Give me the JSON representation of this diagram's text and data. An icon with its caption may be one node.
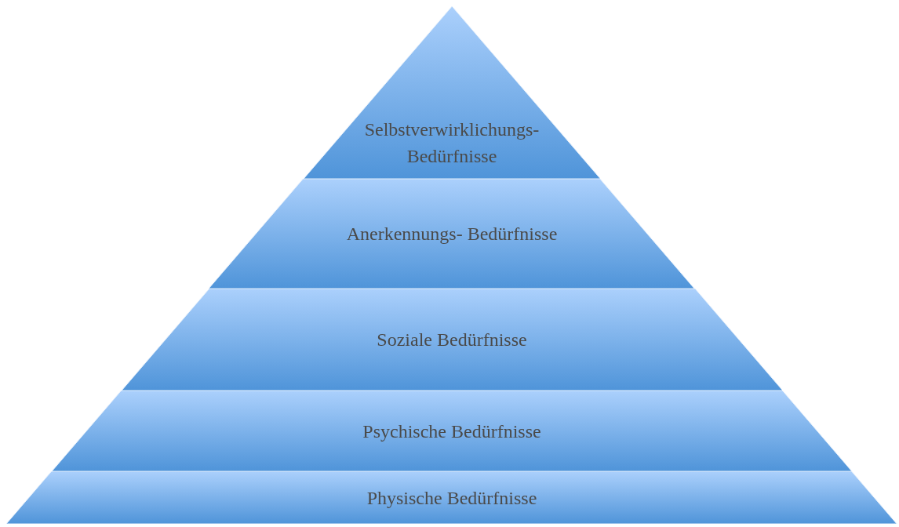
{
  "diagram": {
    "nodes": [
      {
        "text": [
          "Selbstverwirklichungs- Bedürfnisse"
        ]
      },
      {
        "text": [
          "Anerkennungs- Bedürfnisse"
        ]
      },
      {
        "text": [
          "Soziale Bedürfnisse"
        ]
      },
      {
        "text": [
          "Psychische Bedürfnisse"
        ]
      },
      {
        "text": [
          "Physische Bedürfnisse"
        ]
      }
    ]
  }
}
